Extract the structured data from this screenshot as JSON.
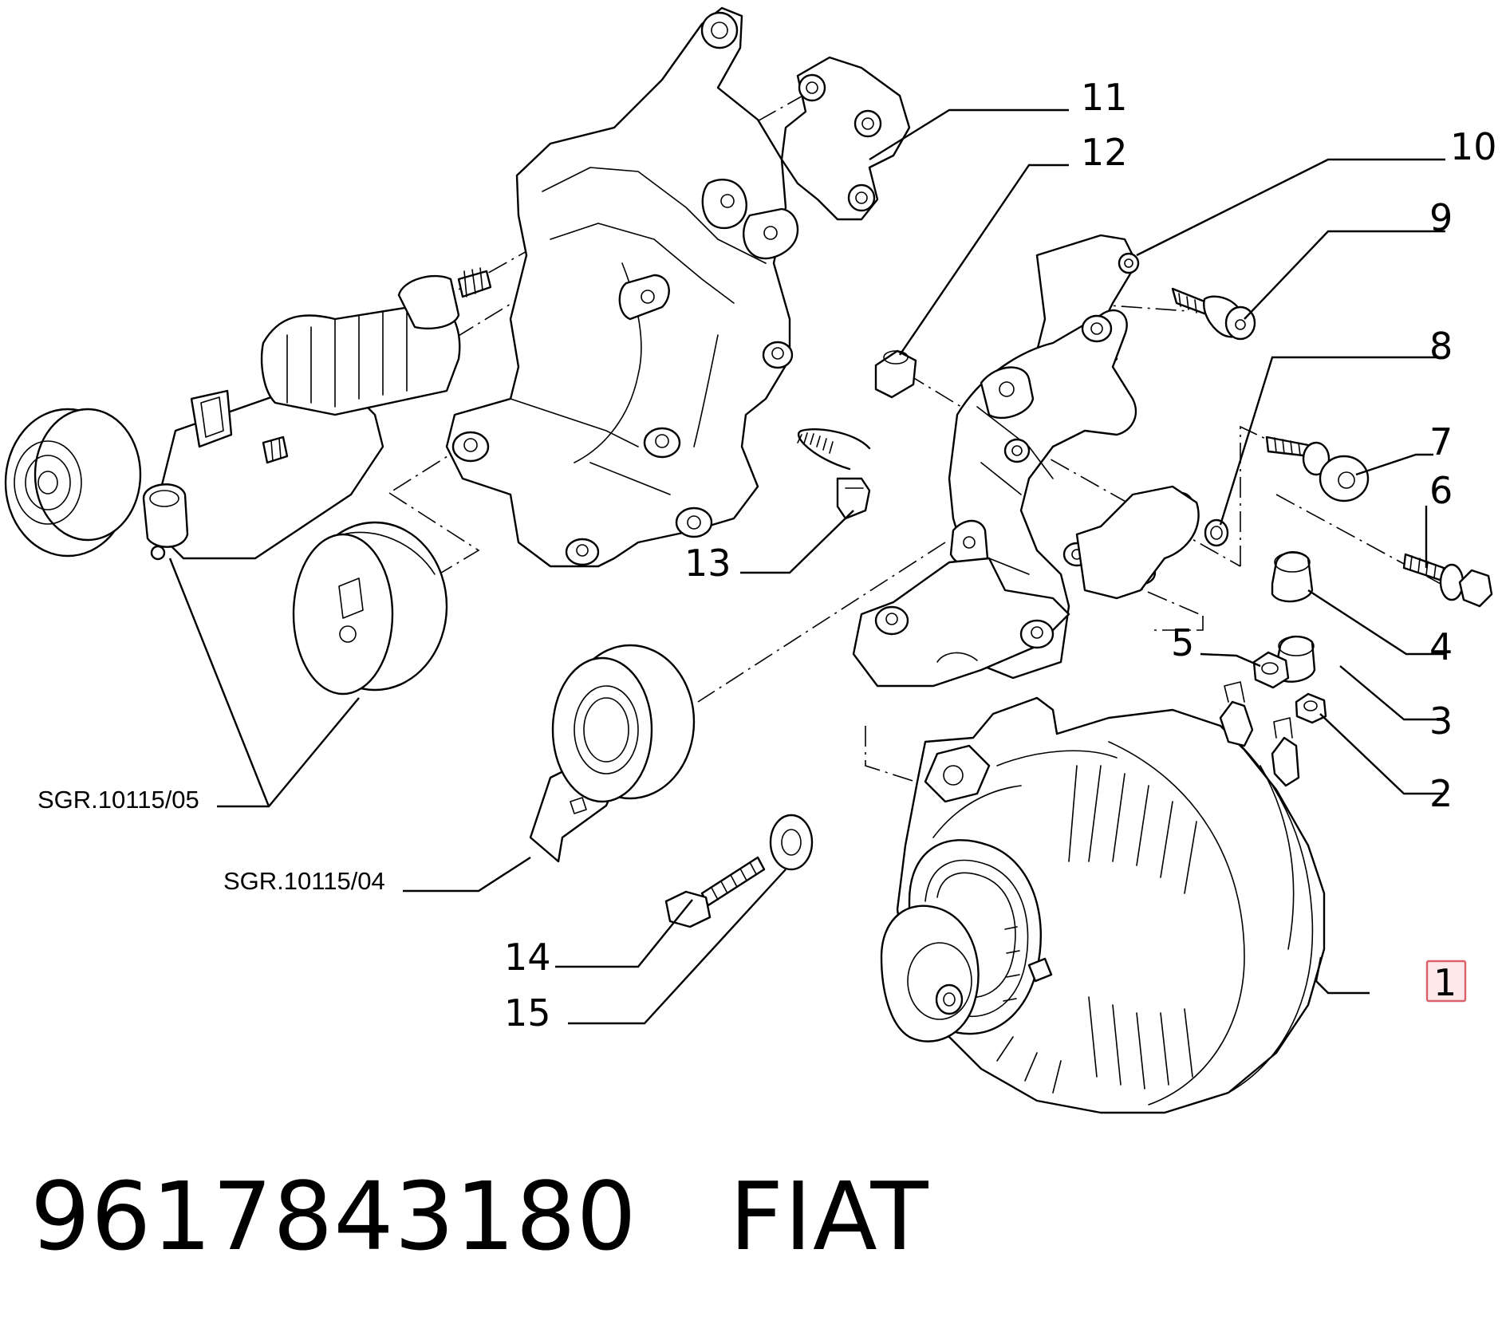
{
  "callouts": [
    "1",
    "2",
    "3",
    "4",
    "5",
    "6",
    "7",
    "8",
    "9",
    "10",
    "11",
    "12",
    "13",
    "14",
    "15"
  ],
  "references": [
    "SGR.10115/05",
    "SGR.10115/04"
  ],
  "part_number": "9617843180",
  "brand": "FIAT",
  "highlighted_callout": "1",
  "highlight_color": "#d9606a"
}
